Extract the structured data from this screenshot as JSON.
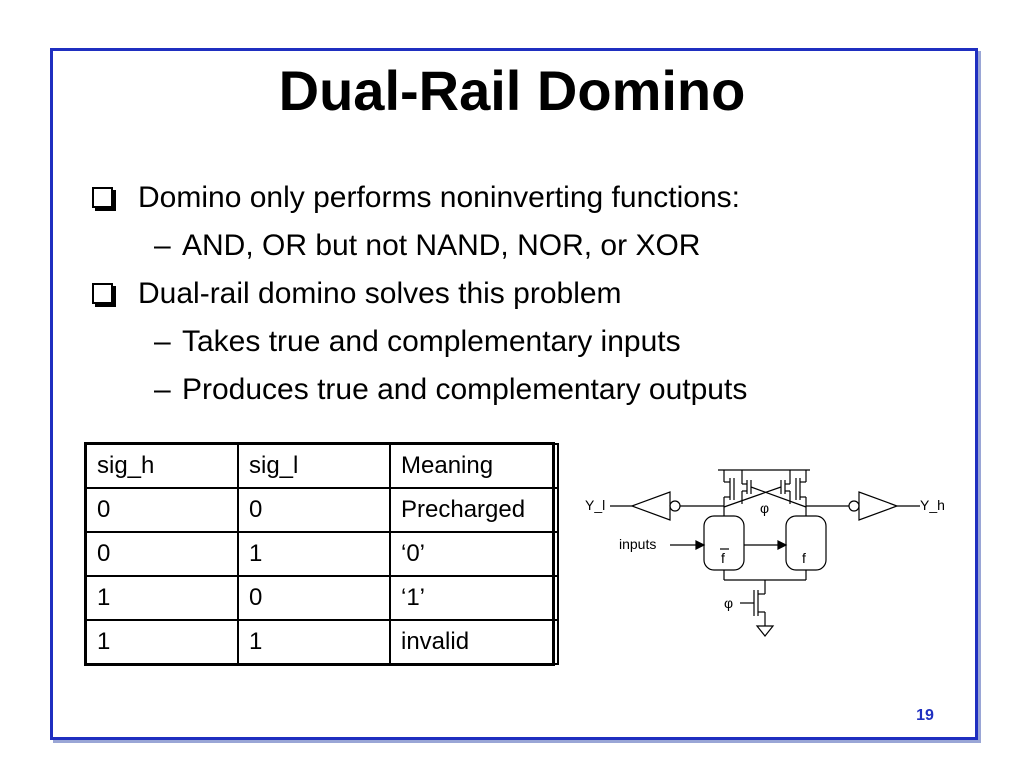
{
  "slide": {
    "title": "Dual-Rail Domino",
    "page_number": "19",
    "accent_color": "#1f2fc0"
  },
  "bullets": [
    {
      "text": "Domino only performs noninverting functions:",
      "sub": [
        "AND, OR but not NAND, NOR, or XOR"
      ]
    },
    {
      "text": "Dual-rail domino solves this problem",
      "sub": [
        "Takes true and complementary inputs",
        "Produces true and complementary outputs"
      ]
    }
  ],
  "sub_marker": "–",
  "table": {
    "headers": [
      "sig_h",
      "sig_l",
      "Meaning"
    ],
    "rows": [
      [
        "0",
        "0",
        "Precharged"
      ],
      [
        "0",
        "1",
        "‘0’"
      ],
      [
        "1",
        "0",
        "‘1’"
      ],
      [
        "1",
        "1",
        "invalid"
      ]
    ]
  },
  "circuit": {
    "output_low_label": "Y_l",
    "output_high_label": "Y_h",
    "inputs_label": "inputs",
    "clock_label": "φ",
    "clock_bottom_label": "φ",
    "block_left_label": "f",
    "block_right_label": "f"
  }
}
